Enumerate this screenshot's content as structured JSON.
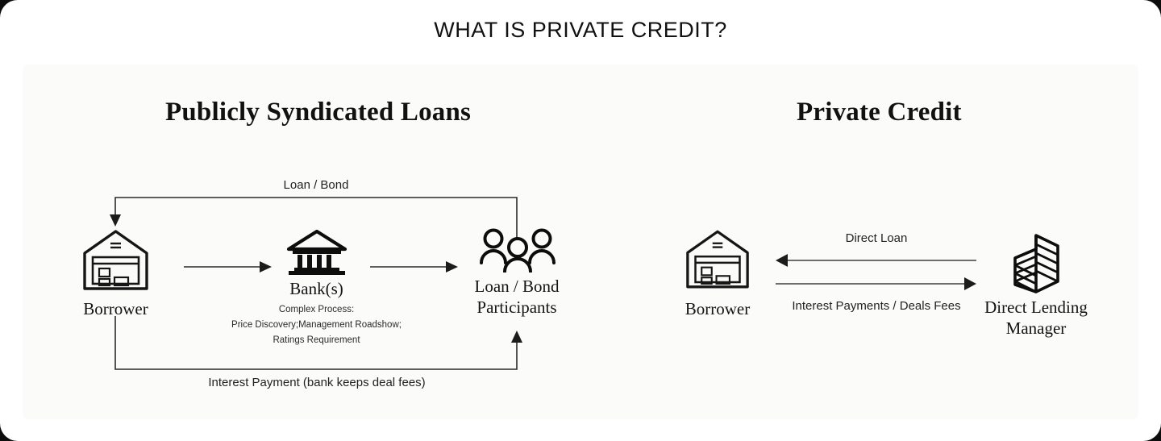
{
  "title": "WHAT IS PRIVATE CREDIT?",
  "panel": {
    "background_color": "#fbfbfa"
  },
  "colors": {
    "ink": "#111111",
    "line": "#3a3a3a",
    "page_background": "#ffffff"
  },
  "left_section": {
    "heading": "Publicly Syndicated Loans",
    "nodes": [
      {
        "id": "borrower",
        "label": "Borrower",
        "icon": "warehouse-icon"
      },
      {
        "id": "bank",
        "label": "Bank(s)",
        "icon": "bank-columns-icon"
      },
      {
        "id": "participants",
        "label_line1": "Loan / Bond",
        "label_line2": "Participants",
        "icon": "three-people-icon"
      }
    ],
    "bank_details": [
      "Complex Process:",
      "Price Discovery;Management Roadshow;",
      "Ratings Requirement"
    ],
    "flows": [
      {
        "id": "loan-bond",
        "label": "Loan / Bond",
        "direction": "right-to-left-down"
      },
      {
        "id": "interest-payment",
        "label": "Interest Payment (bank keeps deal fees)",
        "direction": "left-to-right-up"
      }
    ]
  },
  "right_section": {
    "heading": "Private Credit",
    "nodes": [
      {
        "id": "borrower",
        "label": "Borrower",
        "icon": "warehouse-icon"
      },
      {
        "id": "manager",
        "label_line1": "Direct Lending",
        "label_line2": "Manager",
        "icon": "office-tower-icon"
      }
    ],
    "flows": [
      {
        "id": "direct-loan",
        "label": "Direct Loan",
        "direction": "left"
      },
      {
        "id": "interest-fees",
        "label": "Interest Payments / Deals Fees",
        "direction": "right"
      }
    ]
  }
}
